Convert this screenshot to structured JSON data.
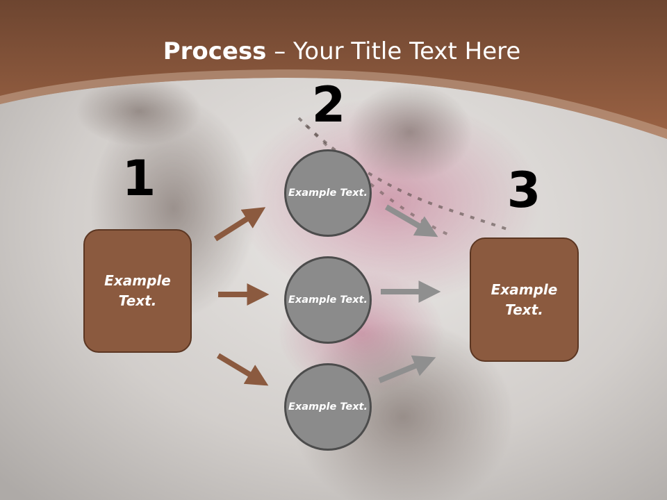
{
  "slide": {
    "title_bold": "Process",
    "title_rest": " – Your Title Text Here"
  },
  "steps": [
    {
      "number": "1",
      "label": "Example Text."
    },
    {
      "number": "2",
      "items": [
        "Example Text.",
        "Example Text.",
        "Example Text."
      ]
    },
    {
      "number": "3",
      "label": "Example Text."
    }
  ],
  "colors": {
    "header_brown": "#8a5336",
    "box_brown": "#8b5a3f",
    "circle_gray": "#8b8b8b",
    "arrow_brown": "#8b5a3f",
    "arrow_gray": "#8f8f8f",
    "background": "#cfcbc8"
  },
  "background_image": "faded photo of a woman in a pink top"
}
